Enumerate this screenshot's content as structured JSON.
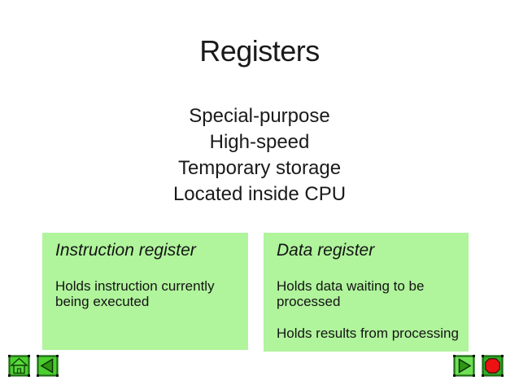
{
  "slide": {
    "title": "Registers",
    "subtitle_lines": [
      "Special-purpose",
      "High-speed",
      "Temporary storage",
      "Located inside CPU"
    ],
    "boxes": [
      {
        "title": "Instruction register",
        "paragraphs": [
          "Holds instruction currently being executed"
        ]
      },
      {
        "title": "Data register",
        "paragraphs": [
          "Holds data waiting to be processed",
          "Holds results from processing"
        ]
      }
    ],
    "nav_buttons": [
      {
        "name": "home",
        "icon": "home-icon"
      },
      {
        "name": "back",
        "icon": "back-arrow-icon"
      },
      {
        "name": "forward",
        "icon": "forward-arrow-icon"
      },
      {
        "name": "stop",
        "icon": "stop-icon"
      }
    ],
    "colors": {
      "box_fill": "#b0f49c",
      "button_green": "#4ccf2e",
      "button_green_light": "#6fe054",
      "button_green_dark": "#2fae24",
      "triangle_green": "#2e9613",
      "stop_red": "#ee1111",
      "text": "#1a1a1a"
    }
  }
}
